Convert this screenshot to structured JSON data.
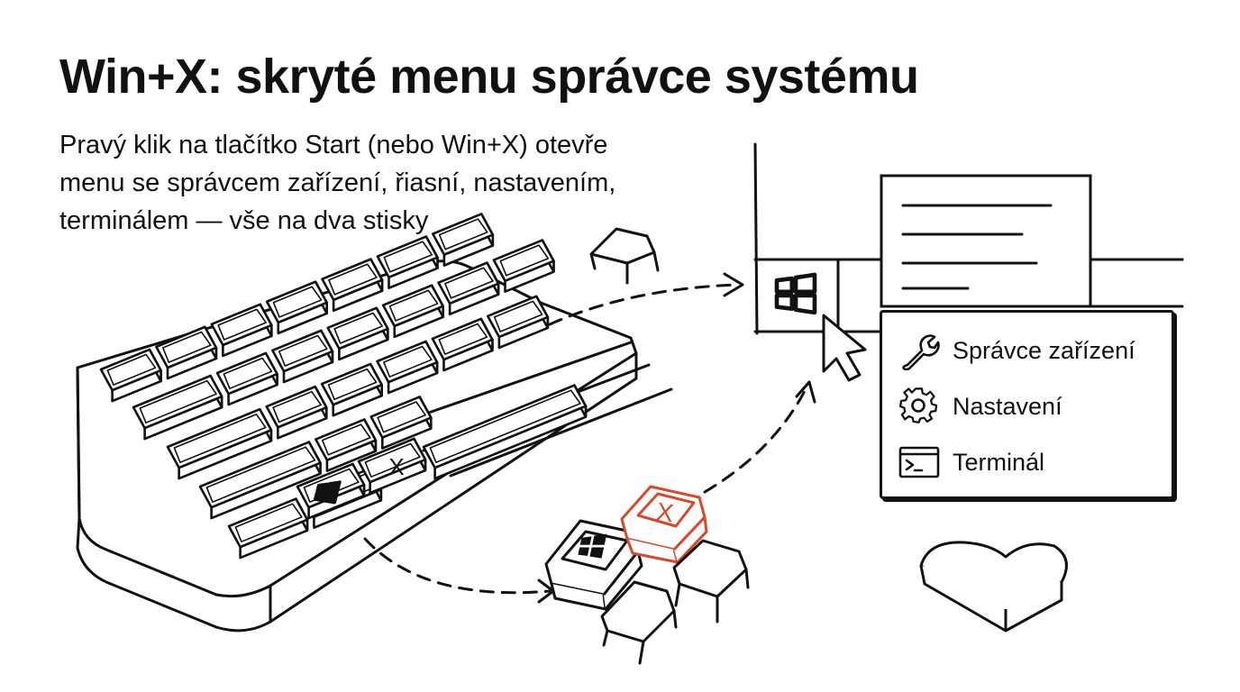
{
  "title": "Win+X: skryté menu správce systému",
  "subtitle": {
    "lines": [
      "Pravý klik na tlačítko Start (nebo Win+X) otevře",
      "menu se správcem zařízení, řiasní, nastavením,",
      "terminálem — vše na dva stisky"
    ]
  },
  "keys": {
    "x_label": "X",
    "accent_color": "#d9482b"
  },
  "context_menu": {
    "items": [
      {
        "label": "Správce zařízení",
        "icon": "wrench-icon"
      },
      {
        "label": "Nastavení",
        "icon": "gear-icon"
      },
      {
        "label": "Terminál",
        "icon": "terminal-icon"
      }
    ]
  }
}
